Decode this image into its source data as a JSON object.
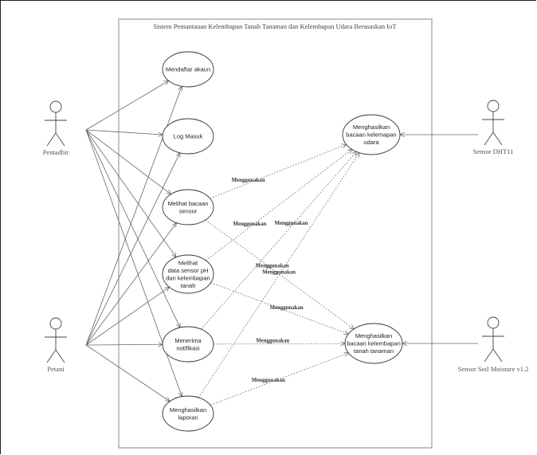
{
  "system": {
    "title": "Sistem Pemantauan Kelembapan Tanah Tanaman dan Kelembapan Udara Berasaskan IoT"
  },
  "actors": [
    {
      "id": "pentadbir",
      "label": "Pentadbir"
    },
    {
      "id": "petani",
      "label": "Petani"
    },
    {
      "id": "dht11",
      "label": "Sensor DHT11"
    },
    {
      "id": "soil",
      "label": "Sensor Soil Moisture v1.2"
    }
  ],
  "use_cases": [
    {
      "id": "daftar",
      "lines": [
        "Mendaftar akaun"
      ]
    },
    {
      "id": "login",
      "lines": [
        "Log Masuk"
      ]
    },
    {
      "id": "lihat_sensor",
      "lines": [
        "Melihat bacaan",
        "sensor"
      ]
    },
    {
      "id": "lihat_ph",
      "lines": [
        "Melihat",
        "data sensor pH",
        "dan kelembapan",
        "tanah"
      ]
    },
    {
      "id": "notifikasi",
      "lines": [
        "Menerima",
        "notifikasi"
      ]
    },
    {
      "id": "laporan",
      "lines": [
        "Menghasilkan",
        "laporan"
      ]
    },
    {
      "id": "udara",
      "lines": [
        "Menghasilkan",
        "bacaan kelemapan",
        "udara"
      ]
    },
    {
      "id": "tanah",
      "lines": [
        "Menghasilkan",
        "bacaan kelembapan",
        "tanah tanaman"
      ]
    }
  ],
  "associations": [
    {
      "from": "pentadbir",
      "to": "daftar"
    },
    {
      "from": "pentadbir",
      "to": "login"
    },
    {
      "from": "pentadbir",
      "to": "lihat_sensor"
    },
    {
      "from": "pentadbir",
      "to": "lihat_ph"
    },
    {
      "from": "pentadbir",
      "to": "notifikasi"
    },
    {
      "from": "pentadbir",
      "to": "laporan"
    },
    {
      "from": "petani",
      "to": "daftar"
    },
    {
      "from": "petani",
      "to": "login"
    },
    {
      "from": "petani",
      "to": "lihat_sensor"
    },
    {
      "from": "petani",
      "to": "lihat_ph"
    },
    {
      "from": "petani",
      "to": "notifikasi"
    },
    {
      "from": "petani",
      "to": "laporan"
    },
    {
      "from": "dht11",
      "to": "udara"
    },
    {
      "from": "soil",
      "to": "tanah"
    }
  ],
  "relations": [
    {
      "from": "lihat_sensor",
      "to": "udara",
      "label": "Menggunakan"
    },
    {
      "from": "lihat_ph",
      "to": "udara",
      "label": "Menggunakan"
    },
    {
      "from": "notifikasi",
      "to": "udara",
      "label": "Menggunakan"
    },
    {
      "from": "laporan",
      "to": "udara",
      "label": "Menggunakan"
    },
    {
      "from": "lihat_sensor",
      "to": "tanah",
      "label": "Menggunakan"
    },
    {
      "from": "lihat_ph",
      "to": "tanah",
      "label": "Menggunakan"
    },
    {
      "from": "notifikasi",
      "to": "tanah",
      "label": "Menggunakan"
    },
    {
      "from": "laporan",
      "to": "tanah",
      "label": "Menggunakan"
    }
  ]
}
